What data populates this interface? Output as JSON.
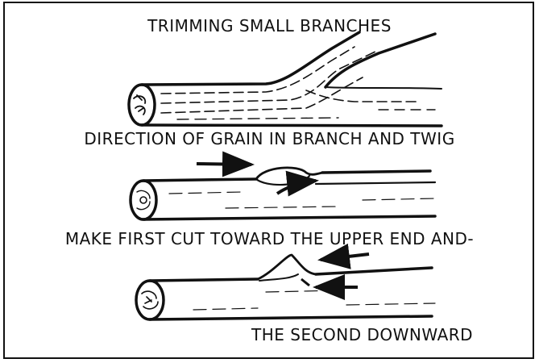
{
  "title": "TRIMMING SMALL BRANCHES",
  "captions": {
    "grain": "DIRECTION OF GRAIN IN BRANCH AND TWIG",
    "first_cut": "MAKE FIRST CUT TOWARD THE UPPER END AND-",
    "second_cut": "THE SECOND DOWNWARD"
  },
  "colors": {
    "ink": "#111111",
    "paper": "#ffffff"
  },
  "icons": [
    "branch-grain-illustration",
    "first-cut-illustration",
    "second-cut-illustration",
    "arrow-icon"
  ]
}
